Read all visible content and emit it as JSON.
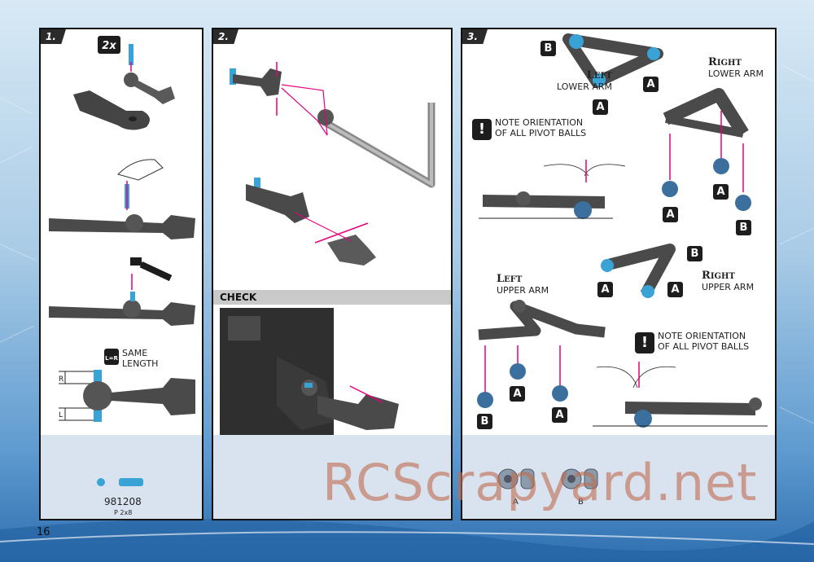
{
  "page": {
    "number": "16",
    "watermark": "RCScrapyard.net"
  },
  "step1": {
    "label": "1.",
    "quantity": "2x",
    "same_length": "SAME\nLENGTH",
    "equals_glyph": "L=R",
    "dim_r": "R",
    "dim_l": "L",
    "part_number": "981208",
    "part_desc": "P 2x8"
  },
  "step2": {
    "label": "2.",
    "check": "CHECK"
  },
  "step3": {
    "label": "3.",
    "left_lower_cap": "L",
    "left_lower_rest": "EFT",
    "left_lower_sub": "LOWER ARM",
    "right_lower_cap": "R",
    "right_lower_rest": "IGHT",
    "right_lower_sub": "LOWER ARM",
    "left_upper_cap": "L",
    "left_upper_rest": "EFT",
    "left_upper_sub": "UPPER ARM",
    "right_upper_cap": "R",
    "right_upper_rest": "IGHT",
    "right_upper_sub": "UPPER ARM",
    "note1": "NOTE ORIENTATION\nOF ALL PIVOT BALLS",
    "note2": "NOTE ORIENTATION\nOF ALL PIVOT BALLS",
    "warn_glyph": "!",
    "a": "A",
    "b": "B",
    "ball_a_label": "A",
    "ball_b_label": "B"
  },
  "colors": {
    "accent": "#e6007e",
    "blue": "#3aa3d6",
    "dark": "#2b2b2b"
  }
}
